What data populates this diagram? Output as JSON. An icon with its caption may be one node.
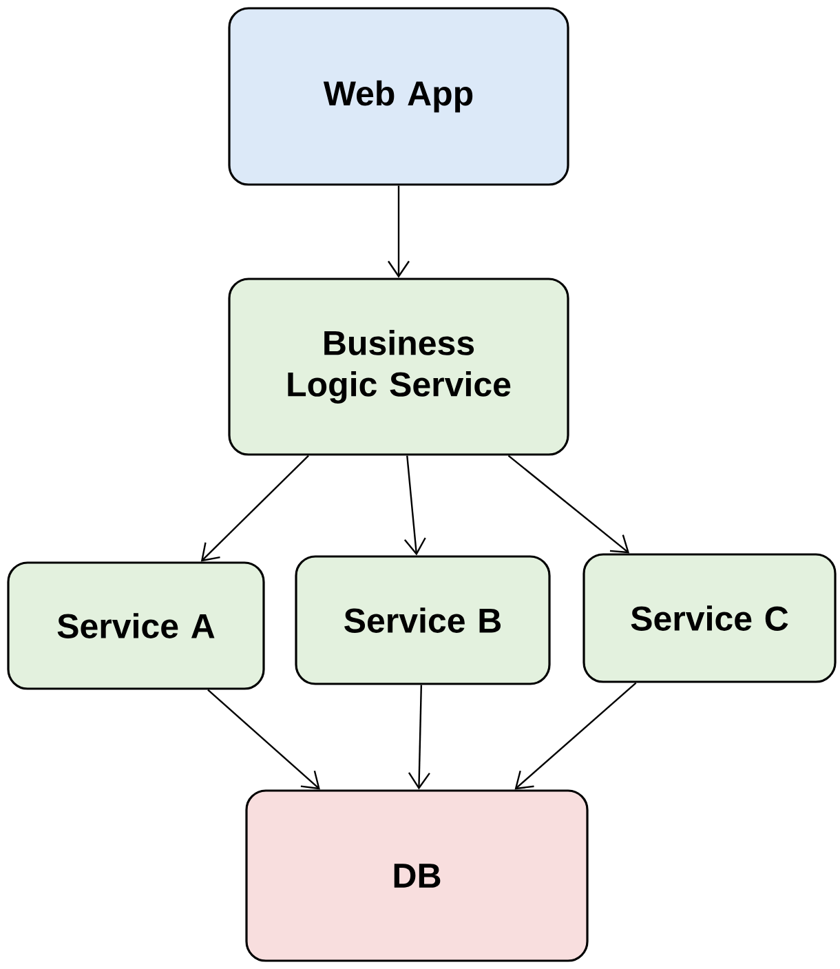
{
  "diagram": {
    "nodes": [
      {
        "text": [
          "Web App"
        ]
      },
      {
        "text": [
          "Business Logic Service"
        ]
      },
      {
        "text": [
          "Service A"
        ]
      },
      {
        "text": [
          "Service B"
        ]
      },
      {
        "text": [
          "Service C"
        ]
      },
      {
        "text": [
          "DB"
        ]
      }
    ],
    "edges": [
      {
        "from": 0,
        "to": 1,
        "arrow": "to"
      },
      {
        "from": 1,
        "to": 2,
        "arrow": "to"
      },
      {
        "from": 1,
        "to": 3,
        "arrow": "to"
      },
      {
        "from": 1,
        "to": 4,
        "arrow": "to"
      },
      {
        "from": 2,
        "to": 5,
        "arrow": "to"
      },
      {
        "from": 3,
        "to": 5,
        "arrow": "to"
      },
      {
        "from": 4,
        "to": 5,
        "arrow": "to"
      }
    ]
  }
}
